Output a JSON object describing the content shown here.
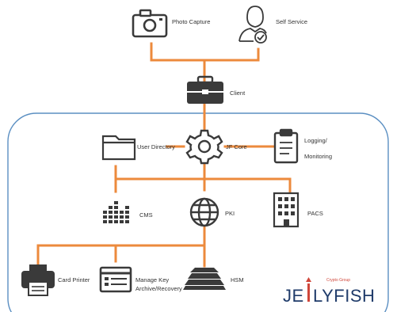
{
  "colors": {
    "connector": "#ec8a3c",
    "boundary": "#5b8fc2",
    "icon": "#3a3a3a",
    "brand_text": "#1f3b6a",
    "brand_accent": "#d0463a"
  },
  "nodes": {
    "photo_capture": {
      "label": "Photo Capture",
      "icon": "camera-icon"
    },
    "self_service": {
      "label": "Self Service",
      "icon": "user-check-icon"
    },
    "client": {
      "label": "Client",
      "icon": "briefcase-icon"
    },
    "user_directory": {
      "label": "User Directory",
      "icon": "folder-icon"
    },
    "jf_core": {
      "label": "JF Core",
      "icon": "gear-icon"
    },
    "logging_1": {
      "label": "Logging/",
      "icon": "clipboard-icon"
    },
    "logging_2": {
      "label": "Monitoring"
    },
    "cms": {
      "label": "CMS",
      "icon": "equalizer-icon"
    },
    "pki": {
      "label": "PKI",
      "icon": "globe-icon"
    },
    "pacs": {
      "label": "PACS",
      "icon": "building-icon"
    },
    "card_printer": {
      "label": "Card Printer",
      "icon": "printer-icon"
    },
    "key_archive_1": {
      "label": "Manage Key",
      "icon": "window-icon"
    },
    "key_archive_2": {
      "label": "Archive/Recovery"
    },
    "hsm": {
      "label": "HSM",
      "icon": "server-stack-icon"
    }
  },
  "brand": {
    "text_before": "JE",
    "text_after": "LYFISH",
    "tagline": "Crypto Group"
  }
}
